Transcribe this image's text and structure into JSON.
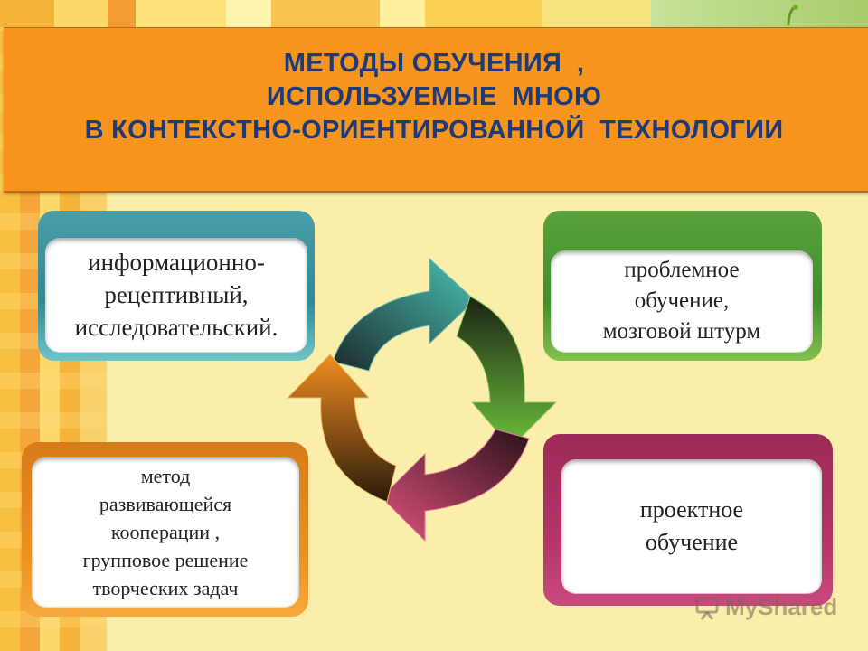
{
  "title": {
    "lines": [
      "МЕТОДЫ ОБУЧЕНИЯ  ,",
      "ИСПОЛЬЗУЕМЫЕ  МНОЮ",
      "В КОНТЕКСТНО-ОРИЕНТИРОВАННОЙ  ТЕХНОЛОГИИ"
    ]
  },
  "cards": {
    "top_left": {
      "text": "информационно-\nрецептивный,\nисследовательский.",
      "color": "#2e8a96"
    },
    "top_right": {
      "text": "проблемное\nобучение,\nмозговой штурм",
      "color": "#3f8f2b"
    },
    "bottom_left": {
      "text": "метод\nразвивающейся\nкооперации ,\nгрупповое решение\nтворческих задач",
      "color": "#e8901f"
    },
    "bottom_right": {
      "text": "проектное\nобучение",
      "color": "#b63367"
    }
  },
  "cycle": {
    "arrow_colors": [
      "#3fb3a8",
      "#5cab2c",
      "#c84a7c",
      "#e8901f"
    ]
  },
  "watermark": {
    "text": "MyShared"
  },
  "colors": {
    "title_bg": "#f7941d",
    "title_text": "#1d3a7a"
  }
}
